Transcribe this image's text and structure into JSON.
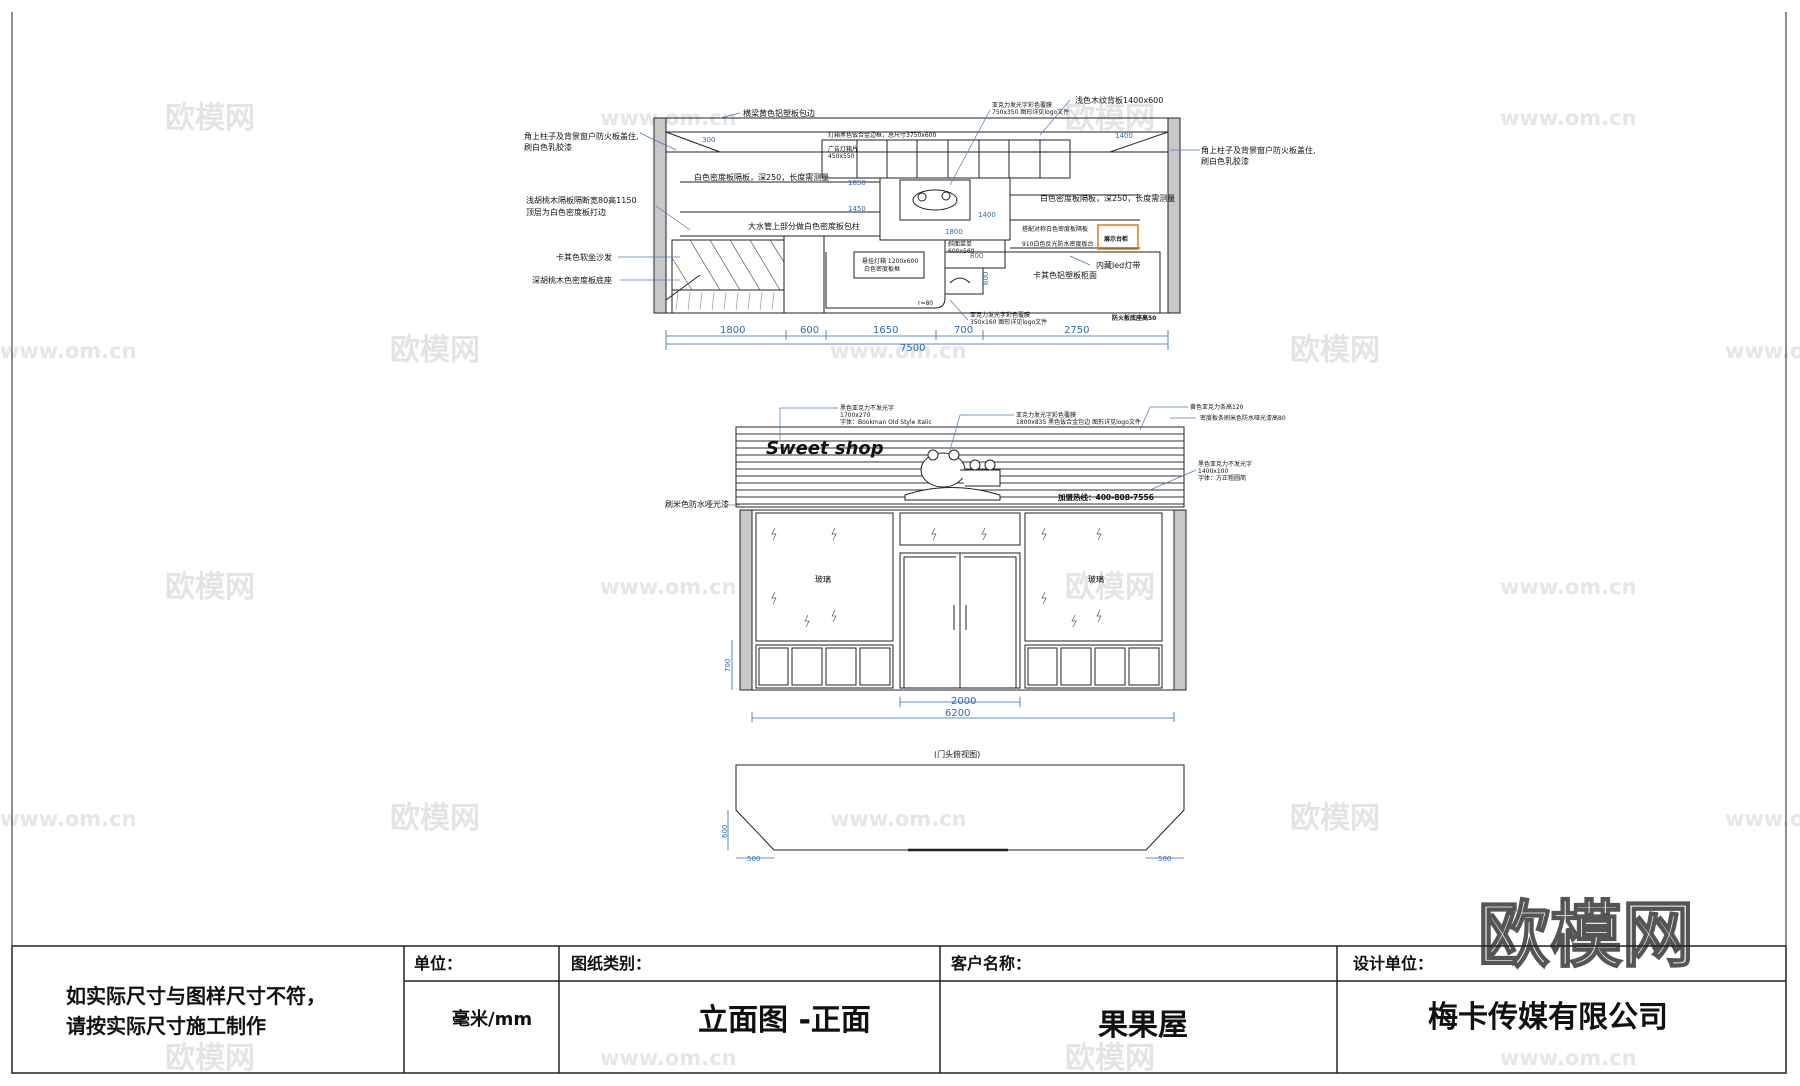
{
  "watermarks": {
    "brand": "欧模网",
    "url": "www.om.cn"
  },
  "elevation_top": {
    "annotations": {
      "beam": "横梁黄色铝塑板包边",
      "corner_left_1": "角上柱子及背景窗户防火板盖住,",
      "corner_left_2": "刷白色乳胶漆",
      "corner_right_1": "角上柱子及背景窗户防火板盖住,",
      "corner_right_2": "刷白色乳胶漆",
      "light_box": "灯箱黑色钣合金边框，总尺寸3750x600",
      "ad_light": "广告灯箱片",
      "ad_light_size": "450x550",
      "acrylic_1": "亚克力发光字彩色覆膜",
      "acrylic_2": "750x350 图形详见logo文件",
      "wood_back": "浅色木纹背板1400x600",
      "shelf_left": "白色密度板隔板，深250，长度需测量",
      "shelf_right": "白色密度板隔板，深250，长度需测量",
      "partition_1": "浅胡桃木隔板隔断宽80高1150",
      "partition_2": "顶层为白色密度板打边",
      "pipe": "大水管上部分做白色密度板包柱",
      "sofa": "卡其色软坐沙发",
      "base": "深胡桃木色密度板底座",
      "hang_light": "悬挂灯箱 1200x600",
      "hang_light_sub": "白色密度板框",
      "menu": "斜面菜单",
      "menu_size": "600x560",
      "match_shelf": "搭配对称白色密度板隔板",
      "fire_board": "910白色反光防水密度板台",
      "display": "展示台柜",
      "led": "内藏led灯带",
      "counter": "卡其色铝塑板柜面",
      "acrylic_3": "亚克力发光字彩色覆膜",
      "acrylic_4": "350x160 图形详见logo文件",
      "fire_base": "防火板底座高50",
      "r80": "r=80"
    },
    "inner_dims": [
      "300",
      "1400",
      "1850",
      "1450",
      "1800",
      "1400",
      "600",
      "800"
    ],
    "dims": [
      "1800",
      "600",
      "1650",
      "700",
      "2750"
    ],
    "total": "7500"
  },
  "elevation_mid": {
    "sign_text": "Sweet shop",
    "hotline": "加盟热线：400-808-7556",
    "annotations": {
      "black_acrylic_1": "黑色亚克力不发光字",
      "black_acrylic_2": "1700x270",
      "font_1": "字体：Bookman Old Style Italic",
      "acrylic_logo_1": "亚克力发光字彩色覆膜",
      "acrylic_logo_2": "1800x835 黑色钣合金包边  图形详见logo文件",
      "strip": "黄色亚克力条高120",
      "density_strip": "密度板条刷米色防水哑光漆高80",
      "black_small_1": "黑色亚克力不发光字",
      "black_small_2": "1400x100",
      "font_2": "字体：方正粗圆简",
      "paint": "刷米色防水哑光漆",
      "glass_left": "玻璃",
      "glass_right": "玻璃"
    },
    "dim_700": "700",
    "door_width": "2000",
    "total": "6200"
  },
  "plan": {
    "title": "(门头俯视图)",
    "depth": "600",
    "left": "500",
    "right": "500"
  },
  "title_block": {
    "note_line1": "如实际尺寸与图样尺寸不符，",
    "note_line2": "请按实际尺寸施工制作",
    "unit_label": "单位：",
    "unit_value": "毫米/mm",
    "category_label": "图纸类别：",
    "category_value": "立面图 -正面",
    "client_label": "客户名称：",
    "client_value": "果果屋",
    "designer_label": "设计单位：",
    "designer_value": "梅卡传媒有限公司"
  }
}
